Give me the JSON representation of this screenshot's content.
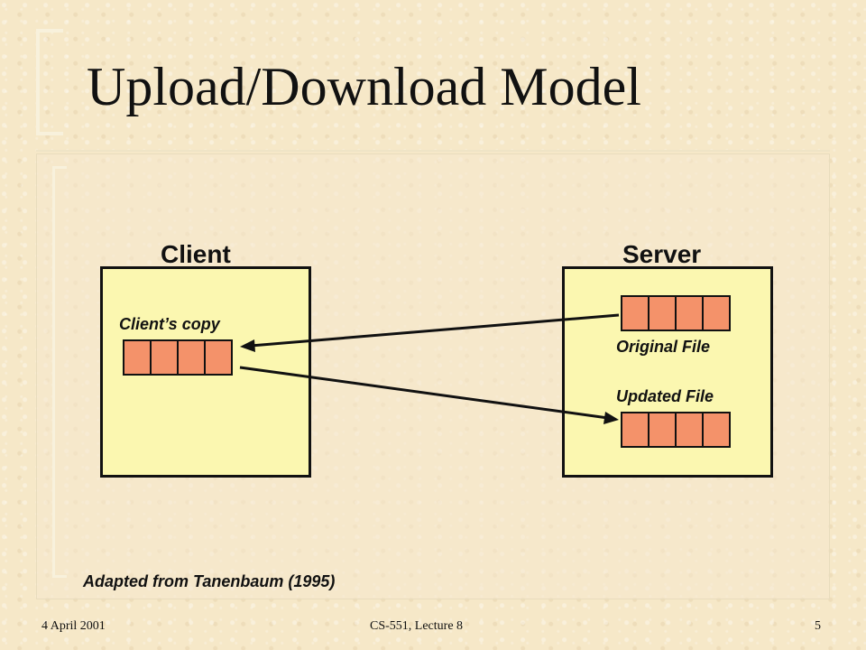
{
  "slide": {
    "title": "Upload/Download Model",
    "credit": "Adapted from Tanenbaum (1995)"
  },
  "diagram": {
    "client": {
      "label": "Client",
      "copy_label": "Client’s copy"
    },
    "server": {
      "label": "Server",
      "original_label": "Original File",
      "updated_label": "Updated File"
    },
    "colors": {
      "box_fill": "#fbf7b0",
      "file_fill": "#f4926a",
      "outline": "#111111"
    }
  },
  "footer": {
    "date": "4 April 2001",
    "course": "CS-551, Lecture 8",
    "page_number": "5"
  }
}
